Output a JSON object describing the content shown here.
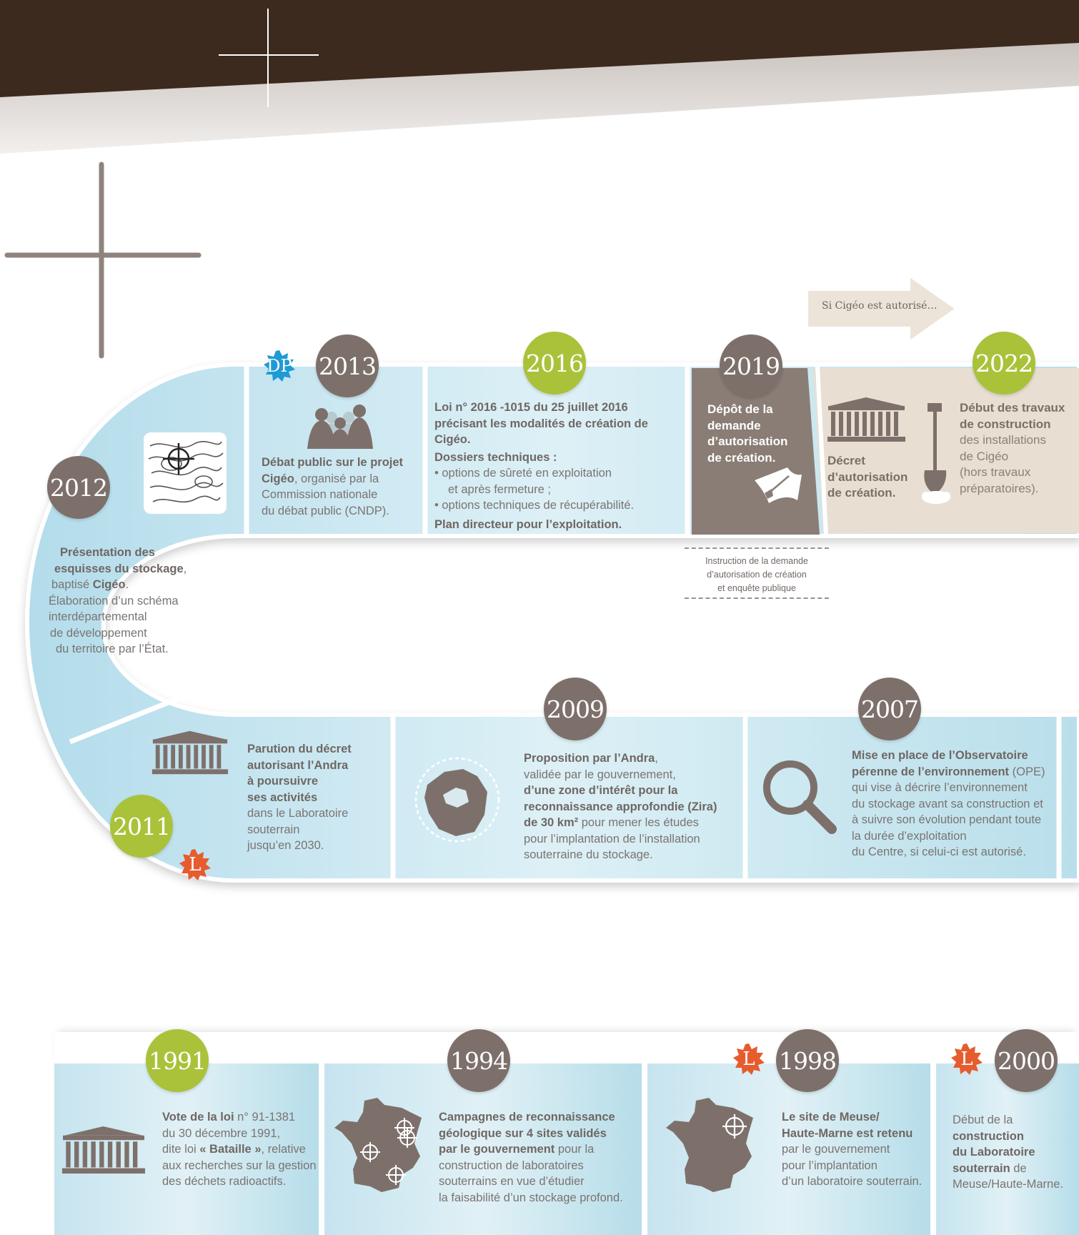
{
  "colors": {
    "dark_brown": "#3c2a1e",
    "taupe": "#7d706b",
    "green": "#a9c23a",
    "orange": "#e65c2e",
    "blue_badge": "#1e9ad6",
    "sky": "#c6e4ef",
    "beige": "#e8dfd2"
  },
  "arrow_note": "Si Cigéo est autorisé…",
  "instruction_note": {
    "l1": "Instruction de la demande",
    "l2": "d’autorisation de création",
    "l3": "et enquête publique"
  },
  "badges": {
    "dp": "DP",
    "l": "L"
  },
  "y2012": {
    "year": "2012",
    "t1": "Présentation des",
    "t2": "esquisses du stockage",
    "t3": ",",
    "t4": "baptisé ",
    "t5": "Cigéo",
    "t6": ".",
    "t7": "Élaboration d’un schéma",
    "t8": "interdépartemental",
    "t9": "de développement",
    "t10": "du territoire par l’État."
  },
  "y2013": {
    "year": "2013",
    "t1": "Débat public sur le projet",
    "t2": "Cigéo",
    "t3": ", organisé par la",
    "t4": "Commission nationale",
    "t5": "du débat public (CNDP)."
  },
  "y2016": {
    "year": "2016",
    "t1": "Loi n° 2016 -1015 du 25 juillet 2016",
    "t2": "précisant les modalités de création de Cigéo.",
    "t3": "Dossiers techniques :",
    "b1a": "options de sûreté en exploitation",
    "b1b": "et après fermeture ;",
    "b2": "options techniques de récupérabilité.",
    "t4": "Plan directeur pour l’exploitation."
  },
  "y2019": {
    "year": "2019",
    "t1": "Dépôt de la",
    "t2": "demande",
    "t3": "d’autorisation",
    "t4": "de création."
  },
  "y2022": {
    "year": "2022",
    "d1": "Décret",
    "d2": "d’autorisation",
    "d3": "de création.",
    "t1": "Début des travaux",
    "t2": "de construction",
    "t3": "des installations",
    "t4": "de Cigéo",
    "t5": "(hors travaux",
    "t6": "préparatoires)."
  },
  "y2011": {
    "year": "2011",
    "t1": "Parution du décret",
    "t2": "autorisant l’Andra",
    "t3": "à poursuivre",
    "t4": "ses activités",
    "t5": "dans le Laboratoire",
    "t6": "souterrain",
    "t7": "jusqu’en 2030."
  },
  "y2009": {
    "year": "2009",
    "t1": "Proposition par l’Andra",
    "t1b": ",",
    "t2": "validée par le gouvernement,",
    "t3": "d’une zone d’intérêt pour la",
    "t4": "reconnaissance approfondie (Zira)",
    "t5": "de 30 km²",
    "t6": " pour mener les études",
    "t7": "pour l’implantation de l’installation",
    "t8": "souterraine du stockage."
  },
  "y2007": {
    "year": "2007",
    "t1": "Mise en place de l’Observatoire",
    "t2": "pérenne de l’environnement",
    "t3": " (OPE)",
    "t4": "qui vise à décrire l’environnement",
    "t5": "du stockage avant sa construction et",
    "t6": "à suivre son évolution pendant toute",
    "t7": "la durée d’exploitation",
    "t8": "du Centre, si celui-ci est autorisé."
  },
  "y1991": {
    "year": "1991",
    "t1": "Vote de la loi",
    "t2": " n° 91-1381",
    "t3": "du 30 décembre 1991,",
    "t4": "dite loi ",
    "t5": "« Bataille »",
    "t6": ", relative",
    "t7": "aux recherches sur la gestion",
    "t8": "des déchets radioactifs."
  },
  "y1994": {
    "year": "1994",
    "t1": "Campagnes de reconnaissance",
    "t2": "géologique sur 4 sites validés",
    "t3": "par le gouvernement",
    "t4": " pour la",
    "t5": "construction de laboratoires",
    "t6": "souterrains en vue d’étudier",
    "t7": "la faisabilité d’un stockage profond."
  },
  "y1998": {
    "year": "1998",
    "t1": "Le site de Meuse/",
    "t2": "Haute-Marne est retenu",
    "t3": "par le gouvernement",
    "t4": "pour l’implantation",
    "t5": "d’un laboratoire souterrain."
  },
  "y2000": {
    "year": "2000",
    "t1": "Début de la",
    "t2": "construction",
    "t3": "du Laboratoire",
    "t4": "souterrain",
    "t5": " de",
    "t6": "Meuse/Haute-Marne."
  }
}
